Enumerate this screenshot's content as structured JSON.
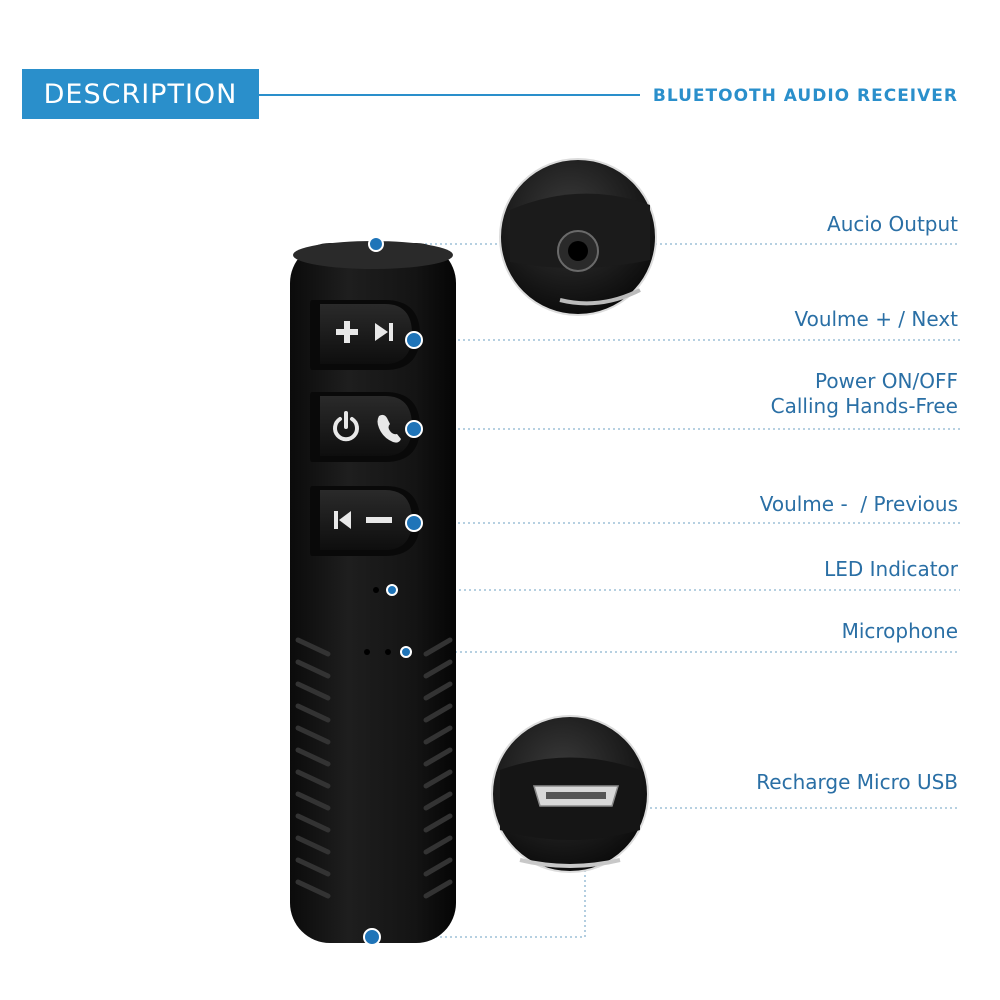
{
  "header": {
    "badge": "DESCRIPTION",
    "title": "BLUETOOTH AUDIO RECEIVER",
    "accent_color": "#2a8fcb"
  },
  "labels": {
    "audio_output": "Aucio Output",
    "volume_next": "Voulme + / Next",
    "power_line1": "Power ON/OFF",
    "power_line2": "Calling Hands-Free",
    "volume_previous": "Voulme -  / Previous",
    "led": "LED Indicator",
    "microphone": "Microphone",
    "usb": "Recharge Micro USB"
  },
  "icons": [
    "plus-icon",
    "next-track-icon",
    "power-icon",
    "phone-icon",
    "previous-track-icon",
    "minus-icon"
  ]
}
